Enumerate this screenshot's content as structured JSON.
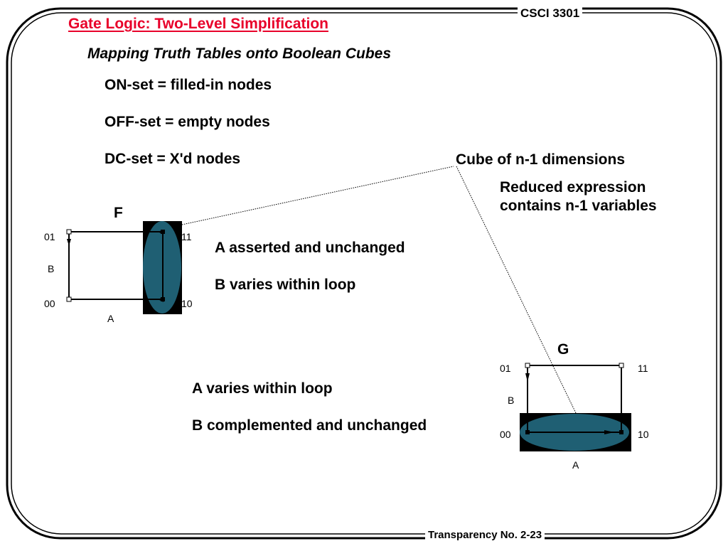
{
  "slide": {
    "title": "Gate Logic: Two-Level Simplification",
    "course": "CSCI 3301",
    "subtitle": "Mapping Truth Tables onto Boolean Cubes",
    "bullets": [
      "ON-set = filled-in nodes",
      "OFF-set = empty nodes",
      "DC-set = X'd nodes"
    ],
    "cube_dim_label": "Cube of n-1 dimensions",
    "reduced_line1": "Reduced expression",
    "reduced_line2": "contains n-1 variables",
    "footer": "Transparency No. 2-23",
    "loop_color": "#1f5f73"
  },
  "cube_f": {
    "name": "F",
    "node_labels": {
      "n01": "01",
      "n11": "11",
      "n00": "00",
      "n10": "10"
    },
    "axis_b": "B",
    "axis_a": "A",
    "note1": "A asserted and unchanged",
    "note2": "B varies within loop"
  },
  "cube_g": {
    "name": "G",
    "node_labels": {
      "n01": "01",
      "n11": "11",
      "n00": "00",
      "n10": "10"
    },
    "axis_b": "B",
    "axis_a": "A",
    "note1": "A varies within loop",
    "note2": "B complemented and unchanged"
  }
}
